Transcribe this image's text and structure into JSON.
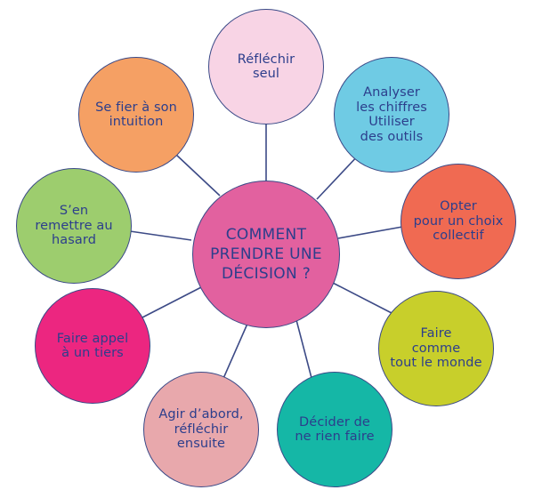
{
  "center": {
    "label": "COMMENT\nPRENDRE UNE\nDÉCISION ?",
    "color": "#e2619f"
  },
  "nodes": [
    {
      "id": "reflechir-seul",
      "label": "Réfléchir\nseul",
      "color": "#f8d4e5"
    },
    {
      "id": "analyser-chiffres",
      "label": "Analyser\nles chiffres\nUtiliser\ndes outils",
      "color": "#6fcbe4"
    },
    {
      "id": "choix-collectif",
      "label": "Opter\npour un choix\ncollectif",
      "color": "#f06a52"
    },
    {
      "id": "comme-tout-le-monde",
      "label": "Faire\ncomme\ntout le monde",
      "color": "#c8cf2b"
    },
    {
      "id": "ne-rien-faire",
      "label": "Décider de\nne rien faire",
      "color": "#15b7a6"
    },
    {
      "id": "agir-abord",
      "label": "Agir d’abord,\nréfléchir\nensuite",
      "color": "#e8a8ac"
    },
    {
      "id": "appel-tiers",
      "label": "Faire appel\nà un tiers",
      "color": "#ec2680"
    },
    {
      "id": "remettre-hasard",
      "label": "S’en\nremettre au\nhasard",
      "color": "#9dcd6e"
    },
    {
      "id": "se-fier-intuition",
      "label": "Se fier à son\nintuition",
      "color": "#f5a064"
    }
  ],
  "colors": {
    "connector": "#3c4a86",
    "text": "#2c3e8c"
  }
}
